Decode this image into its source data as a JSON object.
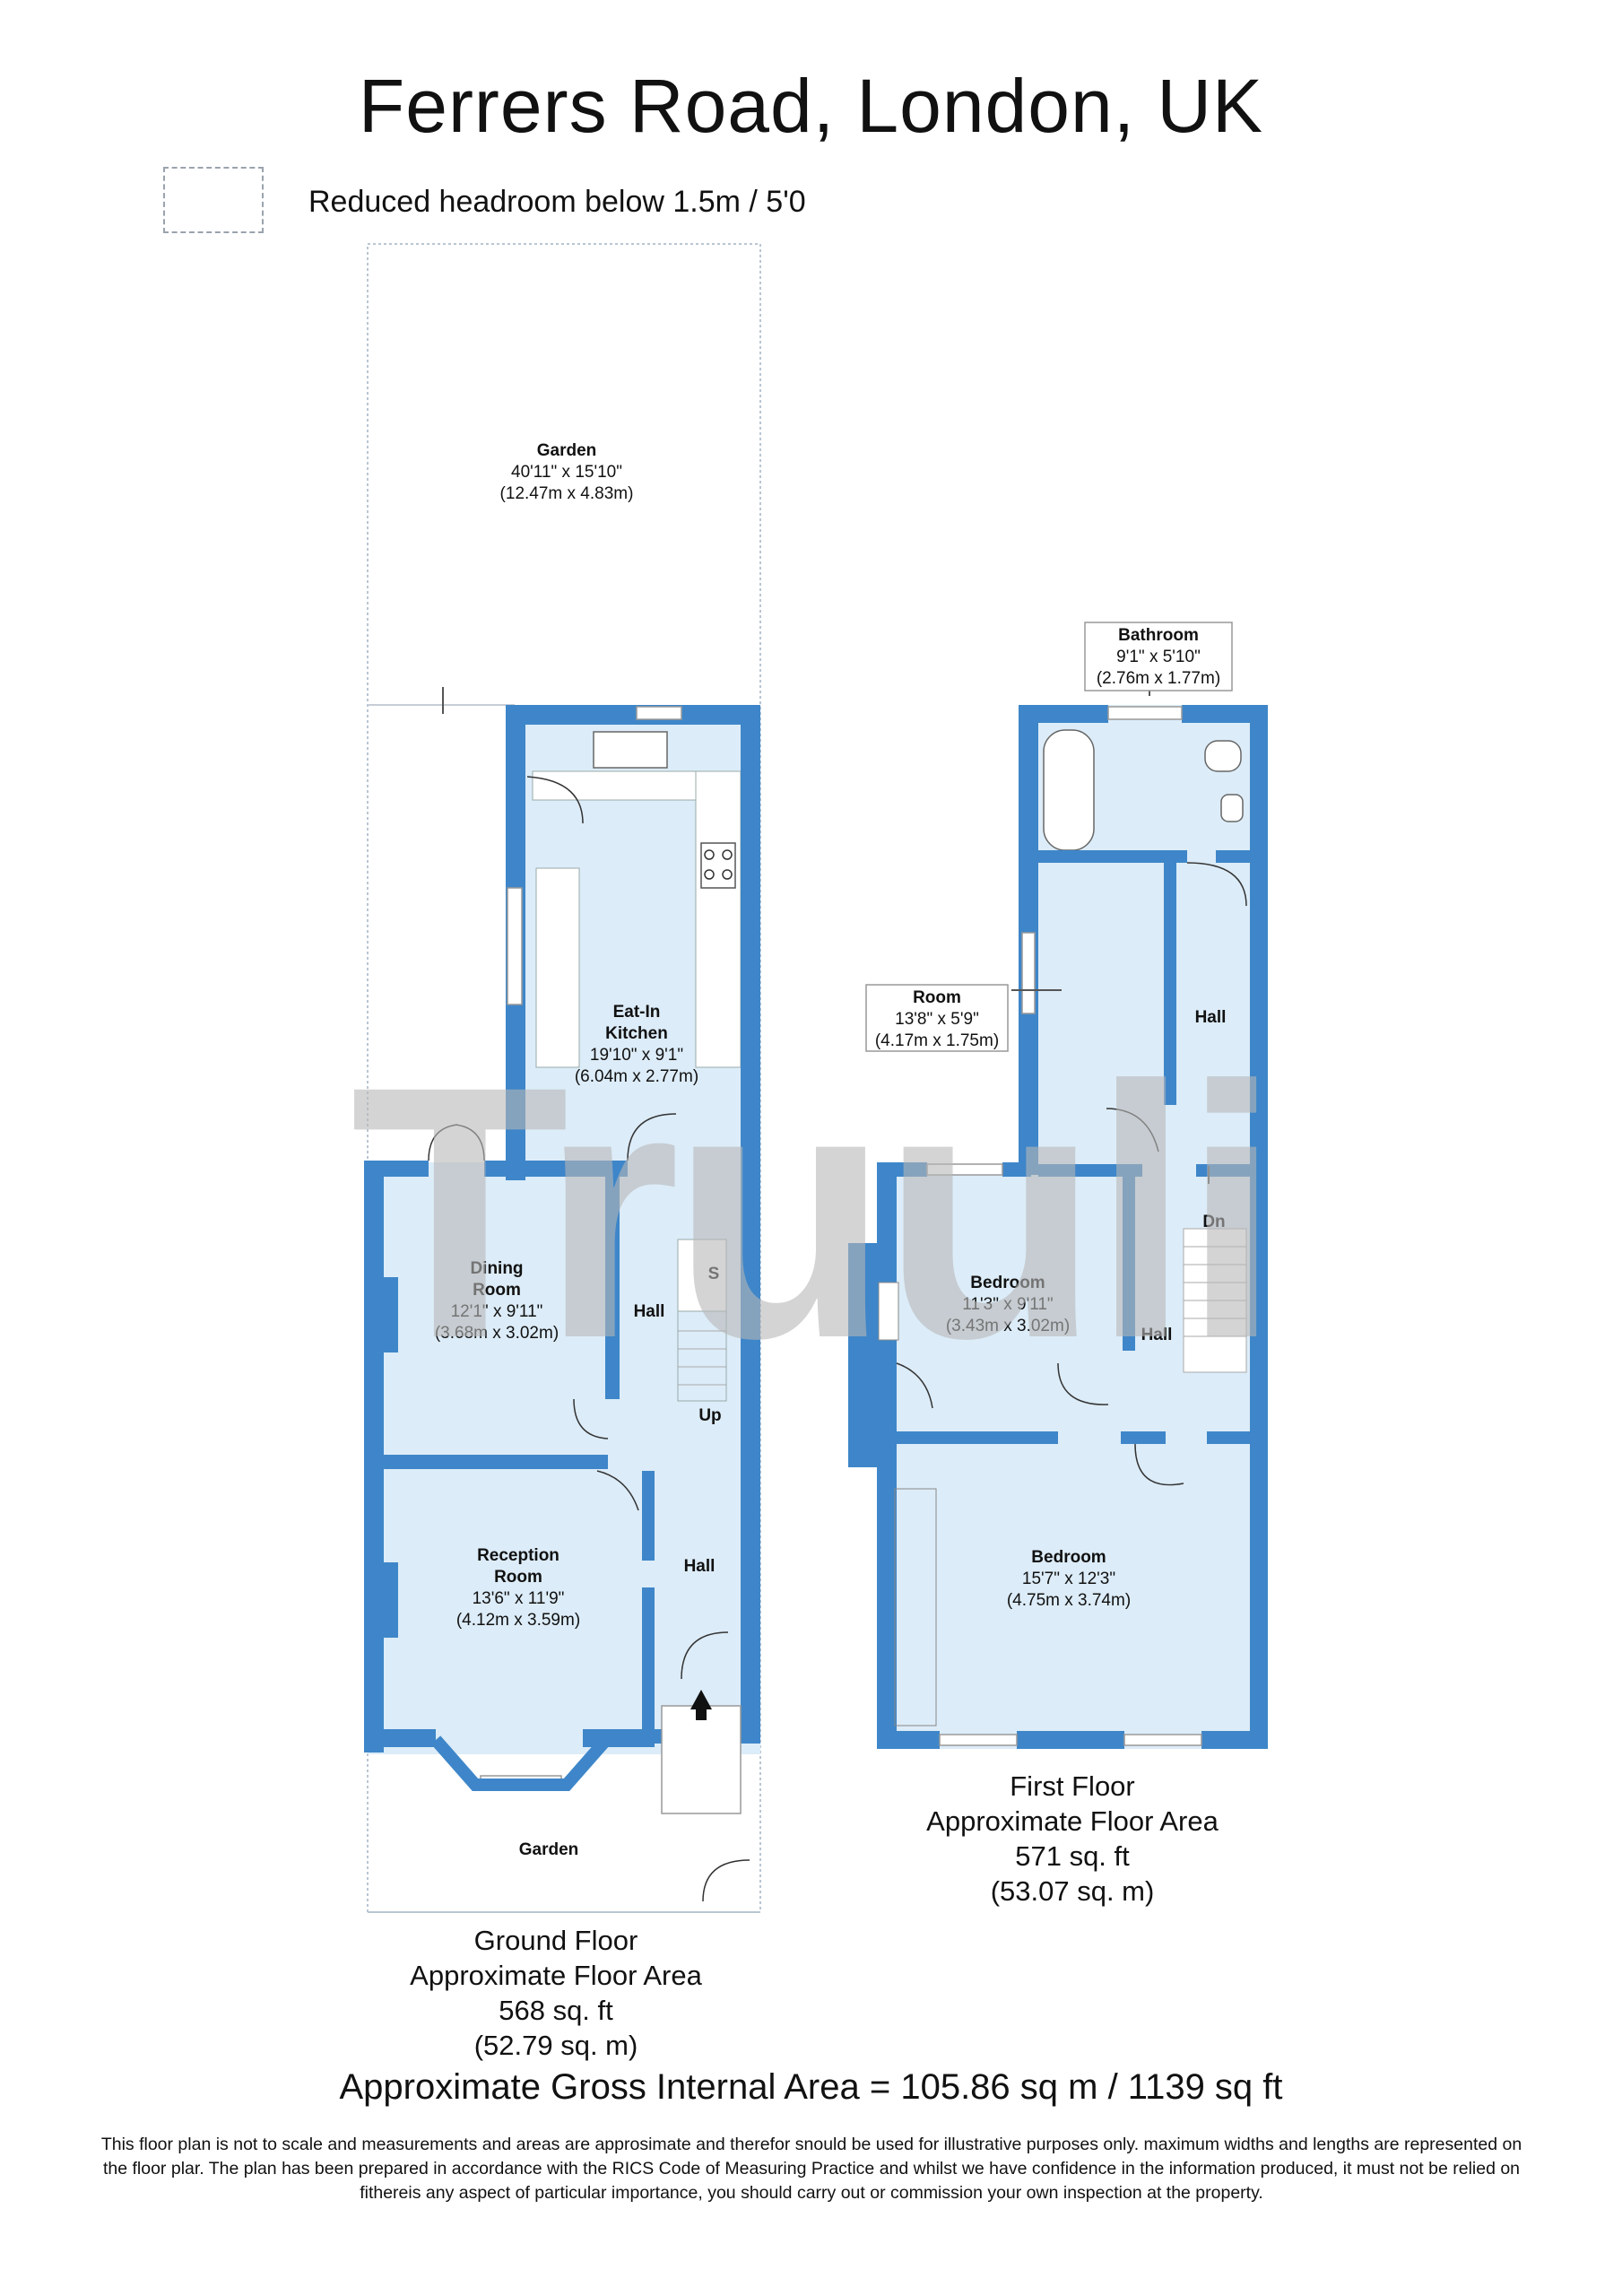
{
  "title": "Ferrers Road, London, UK",
  "legend": {
    "text": "Reduced headroom below 1.5m / 5'0",
    "icon": "dashed-box-icon"
  },
  "watermark": "Truuli",
  "colors": {
    "wall": "#3e86c9",
    "floor": "#dcecf8",
    "watermark": "#b8b8b8"
  },
  "ground_floor": {
    "rooms": [
      {
        "name": "Garden",
        "dims_imperial": "40'11\" x 15'10\"",
        "dims_metric": "(12.47m x 4.83m)"
      },
      {
        "name_line1": "Eat-In",
        "name_line2": "Kitchen",
        "dims_imperial": "19'10\" x 9'1\"",
        "dims_metric": "(6.04m x 2.77m)"
      },
      {
        "name_line1": "Dining",
        "name_line2": "Room",
        "dims_imperial": "12'1\" x 9'11\"",
        "dims_metric": "(3.68m x 3.02m)"
      },
      {
        "name_line1": "Reception",
        "name_line2": "Room",
        "dims_imperial": "13'6\" x 11'9\"",
        "dims_metric": "(4.12m x 3.59m)"
      }
    ],
    "hall_label_1": "Hall",
    "hall_label_2": "Hall",
    "store_label": "S",
    "stairs_label": "Up",
    "front_garden_label": "Garden",
    "caption": {
      "line1": "Ground Floor",
      "line2": "Approximate Floor Area",
      "line3": "568 sq. ft",
      "line4": "(52.79 sq. m)"
    }
  },
  "first_floor": {
    "rooms": [
      {
        "name": "Bathroom",
        "dims_imperial": "9'1\" x 5'10\"",
        "dims_metric": "(2.76m x 1.77m)"
      },
      {
        "name": "Room",
        "dims_imperial": "13'8\" x 5'9\"",
        "dims_metric": "(4.17m x 1.75m)"
      },
      {
        "name": "Bedroom",
        "dims_imperial": "11'3\" x 9'11\"",
        "dims_metric": "(3.43m x 3.02m)"
      },
      {
        "name": "Bedroom",
        "dims_imperial": "15'7\" x 12'3\"",
        "dims_metric": "(4.75m x 3.74m)"
      }
    ],
    "hall_label_1": "Hall",
    "hall_label_2": "Hall",
    "stairs_label": "Dn",
    "caption": {
      "line1": "First Floor",
      "line2": "Approximate Floor Area",
      "line3": "571 sq. ft",
      "line4": "(53.07 sq. m)"
    }
  },
  "gross_area": "Approximate Gross Internal Area = 105.86 sq m / 1139 sq ft",
  "disclaimer": "This floor plan is not to scale and measurements and areas are approsimate and therefor snould be used for illustrative purposes only. maximum widths and lengths are represented on the floor plar. The plan has been prepared in accordance with the RICS Code of Measuring Practice and whilst we have confidence in the information produced, it must not be relied on fithereis any aspect of particular importance, you should carry out or commission your own inspection at the property."
}
